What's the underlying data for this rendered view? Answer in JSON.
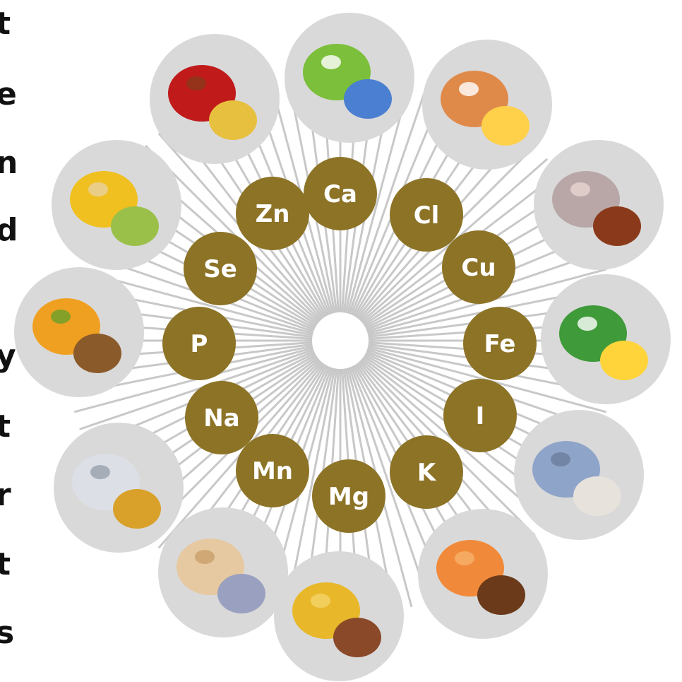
{
  "side_text": [
    "t",
    "e",
    "n",
    "d",
    "y",
    "t",
    "r",
    "t",
    "s"
  ],
  "elements": [
    "Ca",
    "Cl",
    "Cu",
    "Fe",
    "I",
    "K",
    "Mg",
    "Mn",
    "Na",
    "P",
    "Se",
    "Zn"
  ],
  "food_groups": [
    {
      "name": "peas-and-cottage-cheese-icon"
    },
    {
      "name": "fish-and-egg-icon"
    },
    {
      "name": "octopus-and-hazelnut-icon"
    },
    {
      "name": "spinach-and-fried-egg-icon"
    },
    {
      "name": "fish-and-mushroom-icon"
    },
    {
      "name": "peach-and-coffee-beans-icon"
    },
    {
      "name": "wheat-and-almond-icon"
    },
    {
      "name": "melon-and-garlic-icon"
    },
    {
      "name": "salt-shaker-and-noodles-icon"
    },
    {
      "name": "pumpkin-and-walnut-icon"
    },
    {
      "name": "cheese-and-pistachio-icon"
    },
    {
      "name": "meat-and-peanut-icon"
    }
  ],
  "colors": {
    "element_circle": "#8c7326",
    "element_text": "#ffffff",
    "food_circle": "#d9d9d9",
    "rays": "#c8c8c8",
    "side_text": "#111111"
  }
}
